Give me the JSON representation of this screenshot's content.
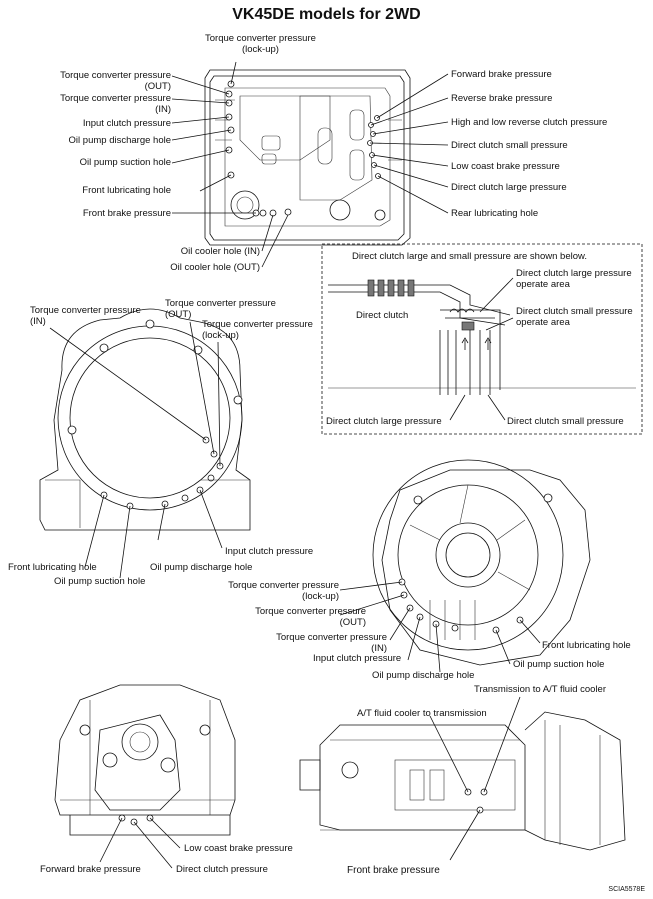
{
  "title": "VK45DE models for 2WD",
  "figure_code": "SCIA5578E",
  "valve_body": {
    "left_labels": [
      "Torque converter pressure\n(OUT)",
      "Torque converter pressure\n(IN)",
      "Input clutch pressure",
      "Oil pump discharge hole",
      "Oil pump suction hole",
      "Front lubricating hole",
      "Front brake pressure"
    ],
    "top_label": "Torque converter pressure\n(lock-up)",
    "right_labels": [
      "Forward brake pressure",
      "Reverse brake pressure",
      "High and low reverse clutch pressure",
      "Direct clutch small pressure",
      "Low coast brake pressure",
      "Direct clutch large pressure",
      "Rear lubricating hole"
    ],
    "bottom_labels": [
      "Oil cooler hole (IN)",
      "Oil cooler hole (OUT)"
    ]
  },
  "inset": {
    "caption": "Direct clutch large and small pressure are shown below.",
    "direct_clutch": "Direct clutch",
    "large_area": "Direct clutch large pressure\noperate area",
    "small_area": "Direct clutch small pressure\noperate area",
    "large_pressure": "Direct clutch large pressure",
    "small_pressure": "Direct clutch small pressure"
  },
  "converter_housing": {
    "top_labels": [
      "Torque converter pressure\n(IN)",
      "Torque converter pressure\n(OUT)",
      "Torque converter pressure\n(lock-up)"
    ],
    "bottom_labels": [
      "Front lubricating hole",
      "Oil pump suction hole",
      "Oil pump discharge hole",
      "Input clutch pressure"
    ]
  },
  "pump_face": {
    "labels": [
      "Torque converter pressure\n(lock-up)",
      "Torque converter pressure\n(OUT)",
      "Torque converter pressure\n(IN)",
      "Input clutch pressure",
      "Oil pump discharge hole",
      "Oil pump suction hole",
      "Front lubricating hole"
    ]
  },
  "front_view": {
    "labels": [
      "Low coast brake pressure",
      "Forward brake pressure",
      "Direct clutch pressure"
    ]
  },
  "side_view": {
    "labels": [
      "Transmission to A/T fluid cooler",
      "A/T fluid cooler to transmission",
      "Front brake pressure"
    ]
  }
}
